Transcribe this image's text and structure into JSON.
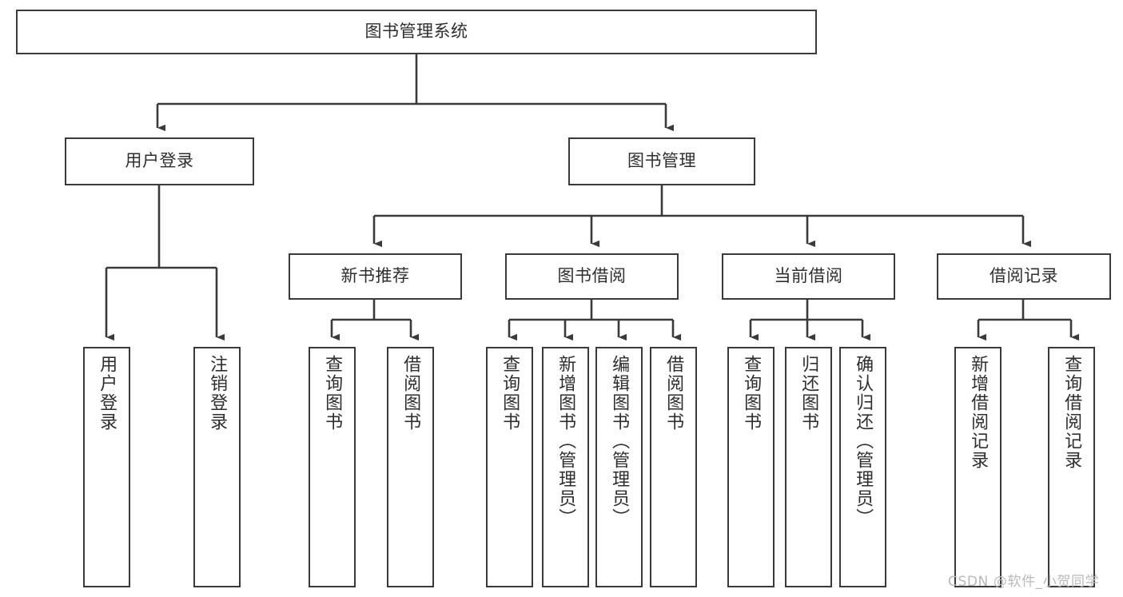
{
  "diagram": {
    "title": "图书管理系统",
    "type": "tree-hierarchy",
    "watermark": "CSDN @软件_小贺同学",
    "colors": {
      "stroke": "#3a3a3a",
      "fill": "#ffffff",
      "text": "#2e2e2e",
      "watermark": "#b9b9b9"
    },
    "nodes": {
      "root": {
        "label": "图书管理系统",
        "level": 1
      },
      "level2": [
        {
          "id": "user-login",
          "label": "用户登录"
        },
        {
          "id": "book-manage",
          "label": "图书管理"
        }
      ],
      "level3": [
        {
          "id": "new-book-recommend",
          "label": "新书推荐"
        },
        {
          "id": "book-borrow",
          "label": "图书借阅"
        },
        {
          "id": "current-borrow",
          "label": "当前借阅"
        },
        {
          "id": "borrow-record",
          "label": "借阅记录"
        }
      ],
      "leaves": {
        "user-login": [
          {
            "id": "leaf-user-login",
            "label": "用户登录"
          },
          {
            "id": "leaf-logout-login",
            "label": "注销登录"
          }
        ],
        "new-book-recommend": [
          {
            "id": "leaf-query-book-1",
            "label": "查询图书"
          },
          {
            "id": "leaf-borrow-book-1",
            "label": "借阅图书"
          }
        ],
        "book-borrow": [
          {
            "id": "leaf-query-book-2",
            "label": "查询图书"
          },
          {
            "id": "leaf-add-book",
            "label": "新增图书（管理员）"
          },
          {
            "id": "leaf-edit-book",
            "label": "编辑图书（管理员）"
          },
          {
            "id": "leaf-borrow-book-2",
            "label": "借阅图书"
          }
        ],
        "current-borrow": [
          {
            "id": "leaf-query-book-3",
            "label": "查询图书"
          },
          {
            "id": "leaf-return-book",
            "label": "归还图书"
          },
          {
            "id": "leaf-confirm-return",
            "label": "确认归还（管理员）"
          }
        ],
        "borrow-record": [
          {
            "id": "leaf-add-borrow-record",
            "label": "新增借阅记录"
          },
          {
            "id": "leaf-query-borrow-record",
            "label": "查询借阅记录"
          }
        ]
      }
    }
  }
}
